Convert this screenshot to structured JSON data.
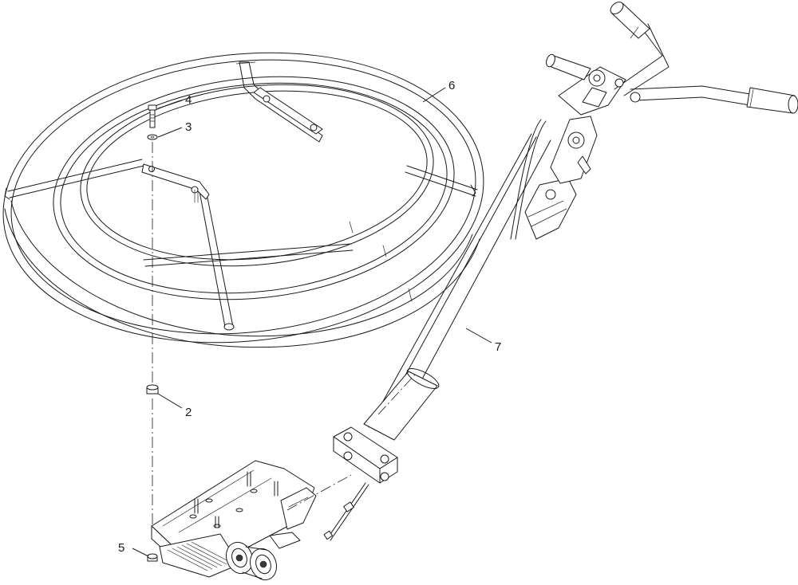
{
  "diagram": {
    "callouts": [
      {
        "id": "callout-4",
        "label": "4"
      },
      {
        "id": "callout-3",
        "label": "3"
      },
      {
        "id": "callout-6",
        "label": "6"
      },
      {
        "id": "callout-7",
        "label": "7"
      },
      {
        "id": "callout-2",
        "label": "2"
      },
      {
        "id": "callout-5",
        "label": "5"
      }
    ]
  }
}
